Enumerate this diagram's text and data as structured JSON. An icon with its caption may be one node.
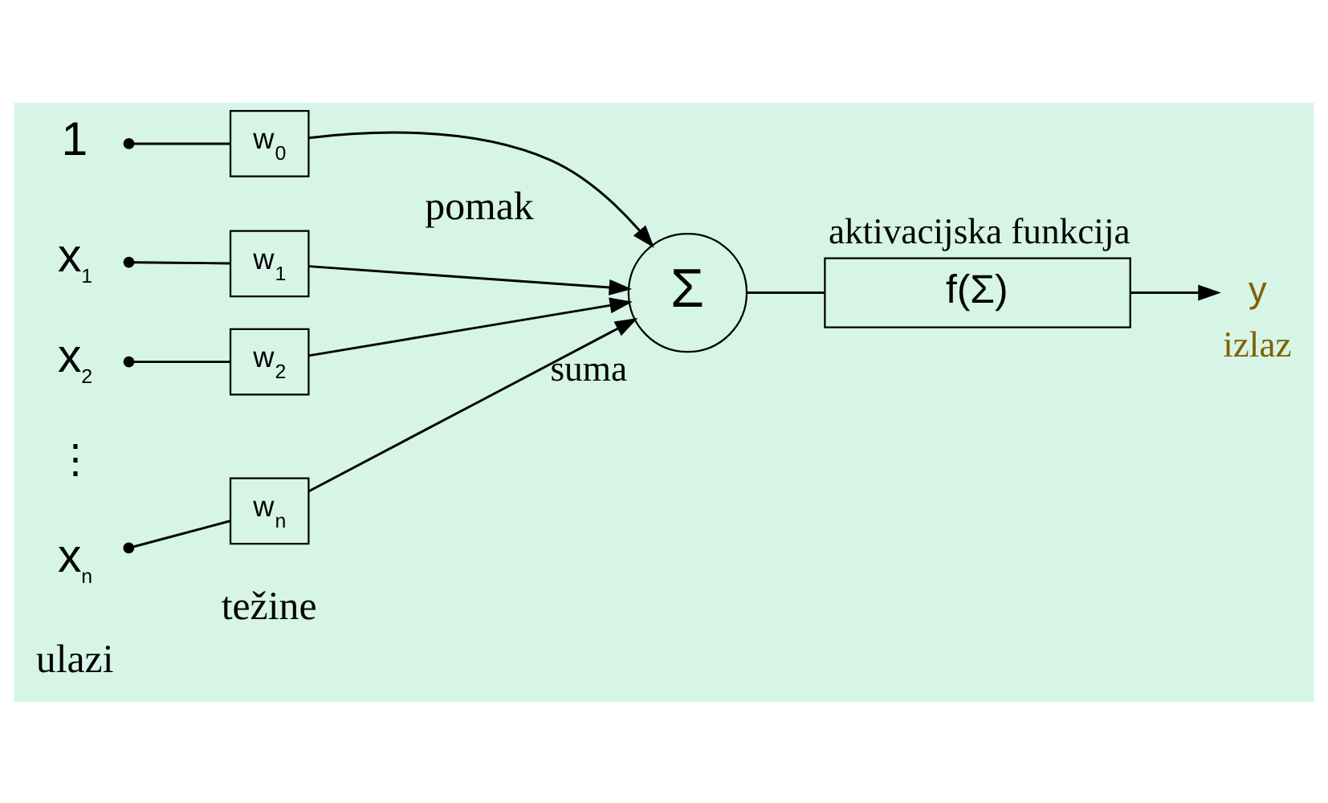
{
  "diagram": {
    "nodes": [
      {
        "text": [
          "1"
        ]
      },
      {
        "text": [
          "x$_{1}$"
        ]
      },
      {
        "text": [
          "x$_{2}$"
        ]
      },
      {
        "text": [
          "x$_{n}$"
        ]
      },
      {
        "text": [
          "w$_{0}$"
        ]
      },
      {
        "text": [
          "w$_{1}$"
        ]
      },
      {
        "text": [
          "w$_{2}$"
        ]
      },
      {
        "text": [
          "w$_{n}$"
        ]
      },
      {
        "text": [
          "Σ"
        ],
        "beside": [
          "suma"
        ]
      },
      {
        "text": [
          "f(Σ)"
        ],
        "beside": [
          "aktivacijska funkcija"
        ]
      },
      {
        "text": [
          "y"
        ],
        "beside": [
          "izlaz"
        ]
      }
    ],
    "edges": [
      {
        "from": 0,
        "to": 4,
        "arrow": "other"
      },
      {
        "from": 1,
        "to": 5,
        "arrow": "other"
      },
      {
        "from": 2,
        "to": 6,
        "arrow": "other"
      },
      {
        "from": 3,
        "to": 7,
        "arrow": "other"
      },
      {
        "from": 4,
        "to": 8,
        "arrow": "to"
      },
      {
        "from": 5,
        "to": 8,
        "arrow": "to"
      },
      {
        "from": 6,
        "to": 8,
        "arrow": "to"
      },
      {
        "from": 7,
        "to": 8,
        "arrow": "to"
      },
      {
        "from": 8,
        "to": 9,
        "arrow": "none"
      },
      {
        "from": 9,
        "to": 10,
        "arrow": "to"
      }
    ],
    "labels": [
      "pomak",
      "⋮",
      "težine",
      "ulazi"
    ]
  }
}
